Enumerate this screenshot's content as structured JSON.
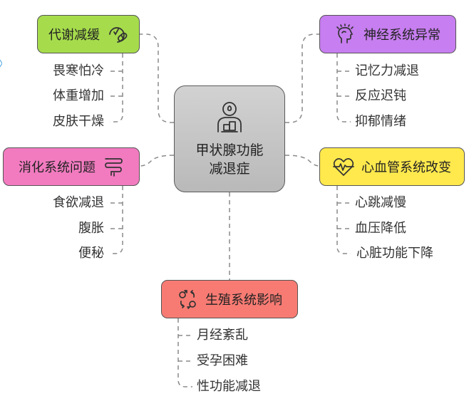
{
  "colors": {
    "metabolic": "#a6dc4c",
    "nervous": "#c77ef0",
    "digestive": "#f27bc0",
    "cardio": "#ffe94d",
    "reproductive": "#f77b73",
    "center": "#c5c5c5",
    "connector": "#8a8a8a"
  },
  "center": {
    "icon": "person-icon",
    "line1": "甲状腺功能",
    "line2": "减退症"
  },
  "branches": {
    "metabolic": {
      "label": "代谢减缓",
      "icon": "pill-icon",
      "items": [
        "畏寒怕冷",
        "体重增加",
        "皮肤干燥"
      ]
    },
    "nervous": {
      "label": "神经系统异常",
      "icon": "brain-icon",
      "items": [
        "记忆力减退",
        "反应迟钝",
        "抑郁情绪"
      ]
    },
    "digestive": {
      "label": "消化系统问题",
      "icon": "stomach-icon",
      "items": [
        "食欲减退",
        "腹胀",
        "便秘"
      ]
    },
    "cardio": {
      "label": "心血管系统改变",
      "icon": "heartbeat-icon",
      "items": [
        "心跳减慢",
        "血压降低",
        "心脏功能下降"
      ]
    },
    "reproductive": {
      "label": "生殖系统影响",
      "icon": "gender-icon",
      "items": [
        "月经紊乱",
        "受孕困难",
        "性功能减退"
      ]
    }
  }
}
